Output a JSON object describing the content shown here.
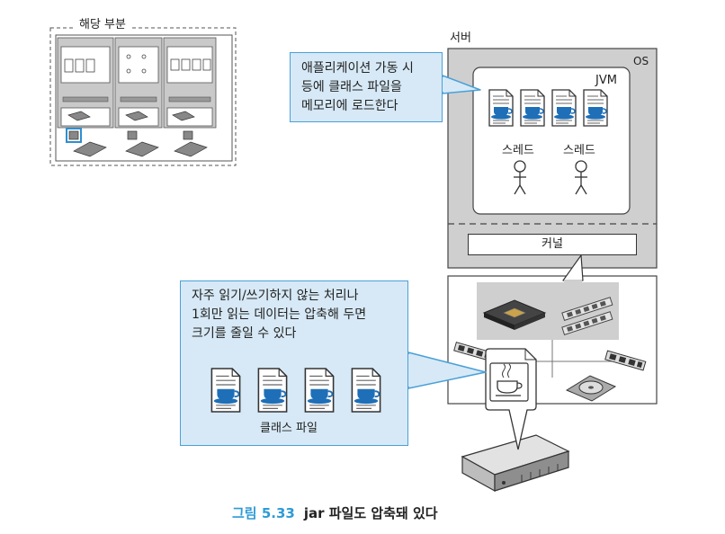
{
  "mini_overview": {
    "title": "해당 부분"
  },
  "server": {
    "label": "서버",
    "os_label": "OS",
    "jvm_label": "JVM",
    "threads": [
      "스레드",
      "스레드"
    ],
    "kernel_label": "커널"
  },
  "callouts": {
    "load_classes": [
      "애플리케이션 가동 시",
      "등에 클래스 파일을",
      "메모리에 로드한다"
    ],
    "compression": [
      "자주 읽기/쓰기하지 않는 처리나",
      "1회만 읽는 데이터는 압축해 두면",
      "크기를 줄일 수 있다"
    ],
    "class_files_label": "클래스 파일"
  },
  "caption": {
    "number": "그림 5.33",
    "text": "jar 파일도 압축돼 있다"
  },
  "colors": {
    "accent": "#4aa0d8",
    "callout_bg": "#d7e9f6",
    "panel_gray": "#cfcfcf",
    "caption_blue": "#2e9bd6"
  },
  "icons": [
    "java-file-icon",
    "coffee-cup-icon",
    "cpu-chip-icon",
    "memory-module-icon",
    "expansion-card-icon",
    "hard-disk-icon",
    "server-rack-icon",
    "stick-figure-icon"
  ]
}
